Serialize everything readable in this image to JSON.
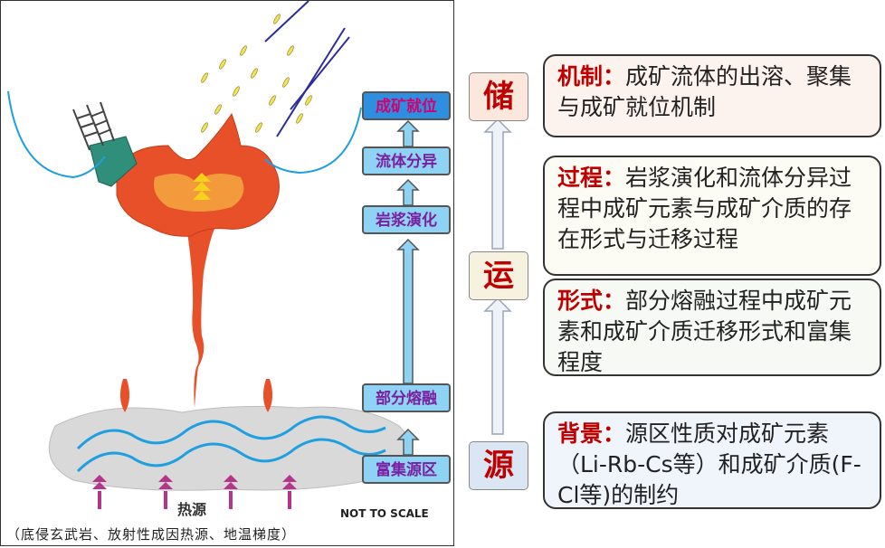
{
  "flow": {
    "steps": [
      "成矿就位",
      "流体分异",
      "岩浆演化",
      "部分熔融",
      "富集源区"
    ]
  },
  "heat_source": {
    "label": "热源",
    "caption": "（底侵玄武岩、放射性成因热源、地温梯度）"
  },
  "scale_note": "NOT TO SCALE",
  "stages": [
    "储",
    "运",
    "源"
  ],
  "cards": [
    {
      "heading": "机制：",
      "text": "成矿流体的出溶、聚集与成矿就位机制"
    },
    {
      "heading": "过程：",
      "text": "岩浆演化和流体分异过程中成矿元素与成矿介质的存在形式与迁移过程"
    },
    {
      "heading": "形式：",
      "text": "部分熔融过程中成矿元素和成矿介质迁移形式和富集程度"
    },
    {
      "heading": "背景：",
      "text": "源区性质对成矿元素（Li-Rb-Cs等）和成矿介质(F-Cl等)的制约"
    }
  ],
  "colors": {
    "magma": "#e8502a",
    "flow_box": "#8fd3f4",
    "flow_box_top": "#2e8fe0",
    "accent_red": "#c00000"
  }
}
